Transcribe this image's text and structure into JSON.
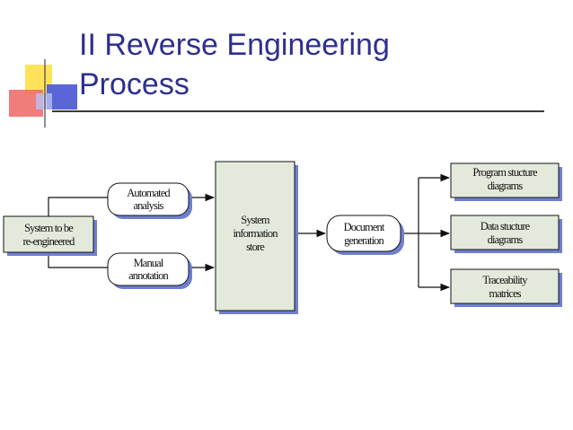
{
  "slide": {
    "title_line1": "II Reverse Engineering",
    "title_line2": "Process"
  },
  "diagram": {
    "source": {
      "line1": "System to be",
      "line2": "re-engineered"
    },
    "automated": {
      "line1": "Automated",
      "line2": "analysis"
    },
    "manual": {
      "line1": "Manual",
      "line2": "annotation"
    },
    "store": {
      "line1": "System",
      "line2": "information",
      "line3": "store"
    },
    "docgen": {
      "line1": "Document",
      "line2": "generation"
    },
    "out_program": {
      "line1": "Program stucture",
      "line2": "diagrams"
    },
    "out_data": {
      "line1": "Data stucture",
      "line2": "diagrams"
    },
    "out_trace": {
      "line1": "Traceability",
      "line2": "matrices"
    }
  },
  "colors": {
    "title": "#2e2f8f",
    "box_fill": "#e3eadb",
    "pill_fill": "#ffffff",
    "shadow": "#6f7fd0"
  }
}
